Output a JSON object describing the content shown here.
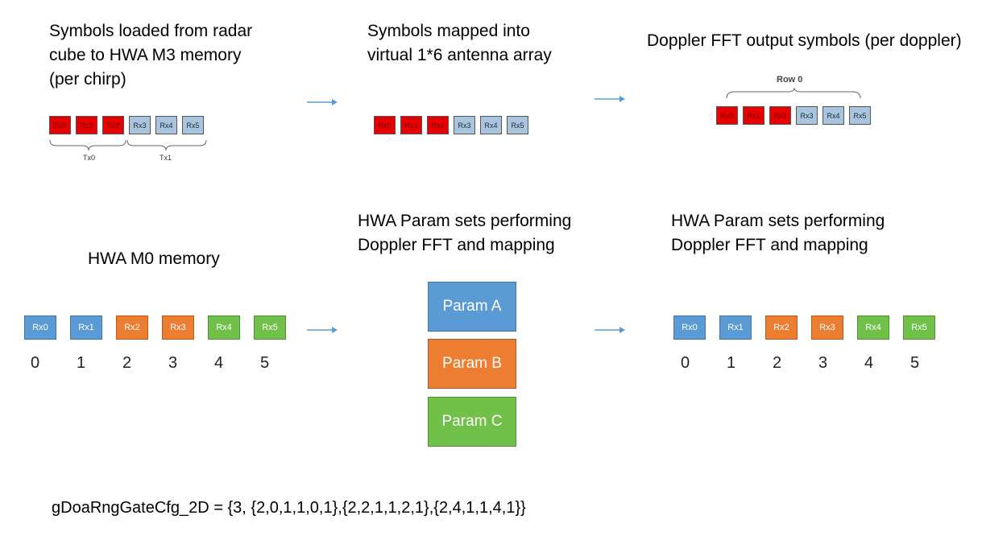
{
  "top": {
    "panel1": {
      "heading": [
        "Symbols loaded from radar",
        "cube to HWA M3 memory",
        "(per chirp)"
      ],
      "cells": [
        "Rx0",
        "Rx1",
        "Rx2",
        "Rx3",
        "Rx4",
        "Rx5"
      ],
      "groups": [
        "Tx0",
        "Tx1"
      ]
    },
    "panel2": {
      "heading": [
        "Symbols mapped into",
        "virtual 1*6 antenna array"
      ],
      "cells": [
        "Rx0",
        "Rx1",
        "Rx2",
        "Rx3",
        "Rx4",
        "Rx5"
      ]
    },
    "panel3": {
      "heading": [
        "Doppler FFT output symbols (per doppler)"
      ],
      "row_label": "Row 0",
      "cells": [
        "Rx0",
        "Rx1",
        "Rx2",
        "Rx3",
        "Rx4",
        "Rx5"
      ]
    }
  },
  "bottom": {
    "left": {
      "heading": "HWA M0 memory",
      "cells": [
        "Rx0",
        "Rx1",
        "Rx2",
        "Rx3",
        "Rx4",
        "Rx5"
      ],
      "indices": [
        "0",
        "1",
        "2",
        "3",
        "4",
        "5"
      ]
    },
    "middle": {
      "heading": [
        "HWA Param sets performing",
        "Doppler FFT and mapping"
      ],
      "params": [
        "Param A",
        "Param B",
        "Param C"
      ]
    },
    "right": {
      "heading": [
        "HWA Param sets performing",
        "Doppler FFT and mapping"
      ],
      "cells": [
        "Rx0",
        "Rx1",
        "Rx2",
        "Rx3",
        "Rx4",
        "Rx5"
      ],
      "indices": [
        "0",
        "1",
        "2",
        "3",
        "4",
        "5"
      ]
    }
  },
  "config_line": "gDoaRngGateCfg_2D = {3, {2,0,1,1,0,1},{2,2,1,1,2,1},{2,4,1,1,4,1}}",
  "colors": {
    "red": "#e60000",
    "light_blue": "#a9c4de",
    "blue": "#5b9bd5",
    "orange": "#ed7d31",
    "green": "#70c04a",
    "arrow": "#5b9bd5"
  }
}
